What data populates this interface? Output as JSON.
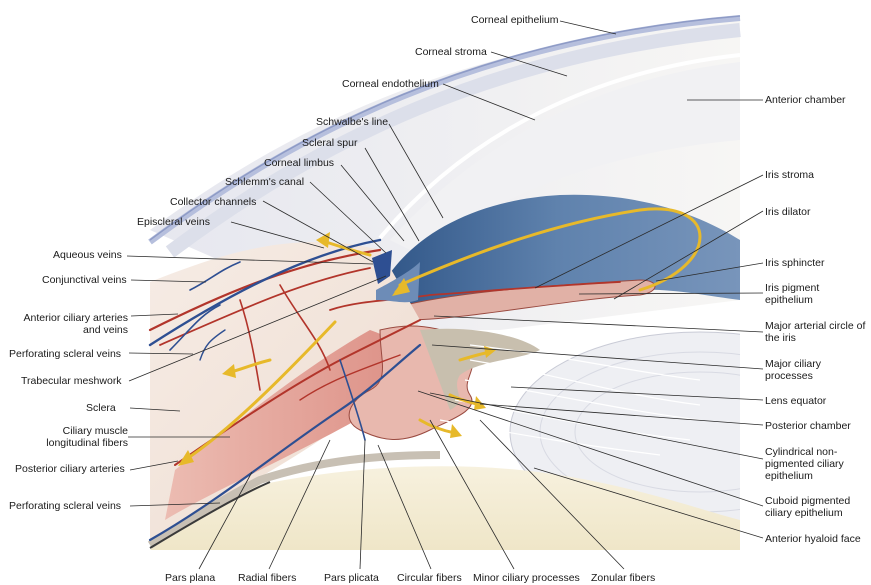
{
  "labels": {
    "corneal_epithelium": "Corneal epithelium",
    "corneal_stroma": "Corneal stroma",
    "corneal_endothelium": "Corneal endothelium",
    "schwalbes_line": "Schwalbe's line",
    "scleral_spur": "Scleral spur",
    "corneal_limbus": "Corneal limbus",
    "schlemms_canal": "Schlemm's canal",
    "collector_channels": "Collector channels",
    "episcleral_veins": "Episcleral veins",
    "aqueous_veins": "Aqueous veins",
    "conjunctival_veins": "Conjunctival veins",
    "anterior_ciliary_1": "Anterior ciliary arteries",
    "anterior_ciliary_2": "and veins",
    "perforating_scleral_veins_1": "Perforating scleral veins",
    "trabecular_meshwork": "Trabecular meshwork",
    "sclera": "Sclera",
    "ciliary_muscle_1": "Ciliary muscle",
    "ciliary_muscle_2": "longitudinal fibers",
    "posterior_ciliary_arteries": "Posterior ciliary arteries",
    "perforating_scleral_veins_2": "Perforating scleral veins",
    "anterior_chamber": "Anterior chamber",
    "iris_stroma": "Iris stroma",
    "iris_dilator": "Iris dilator",
    "iris_sphincter": "Iris sphincter",
    "iris_pigment_1": "Iris pigment",
    "iris_pigment_2": "epithelium",
    "major_arterial_1": "Major arterial circle of",
    "major_arterial_2": "the iris",
    "major_ciliary_1": "Major ciliary",
    "major_ciliary_2": "processes",
    "lens_equator": "Lens equator",
    "posterior_chamber": "Posterior chamber",
    "cylindrical_1": "Cylindrical non-",
    "cylindrical_2": "pigmented ciliary",
    "cylindrical_3": "epithelium",
    "cuboid_1": "Cuboid pigmented",
    "cuboid_2": "ciliary epithelium",
    "anterior_hyaloid_face": "Anterior hyaloid face",
    "pars_plana": "Pars plana",
    "radial_fibers": "Radial fibers",
    "pars_plicata": "Pars plicata",
    "circular_fibers": "Circular fibers",
    "minor_ciliary_processes": "Minor ciliary processes",
    "zonular_fibers": "Zonular fibers"
  },
  "colors": {
    "leader": "#2a2a2a",
    "cornea_edge": "#aab6d8",
    "sclera": "#f3e6dc",
    "iris": "#4d6f9c",
    "artery": "#b2352b",
    "vein": "#2e4f92",
    "aqueous_flow": "#e7b92a",
    "lens": "#eeeff3",
    "vitreous": "#f3ecd6",
    "muscle": "#e7aaa0"
  }
}
